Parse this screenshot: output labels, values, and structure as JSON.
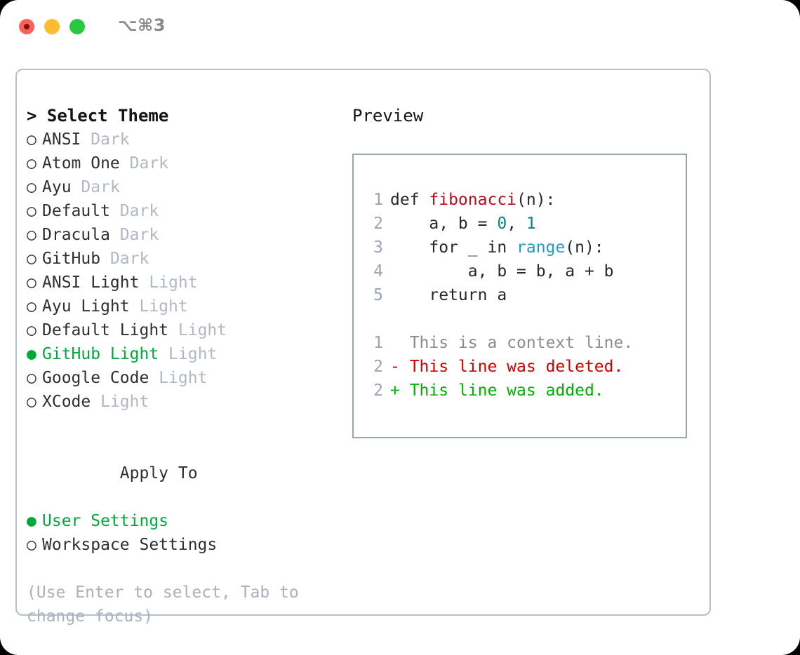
{
  "window": {
    "shortcut_label": "⌥⌘3",
    "traffic_lights": [
      {
        "name": "close",
        "color": "#ff6157"
      },
      {
        "name": "minimize",
        "color": "#febc2e"
      },
      {
        "name": "zoom",
        "color": "#28c840"
      }
    ]
  },
  "theme_picker": {
    "header": "> Select Theme",
    "items": [
      {
        "bullet": "○",
        "name": "ANSI",
        "variant": "Dark",
        "selected": false
      },
      {
        "bullet": "○",
        "name": "Atom One",
        "variant": "Dark",
        "selected": false
      },
      {
        "bullet": "○",
        "name": "Ayu",
        "variant": "Dark",
        "selected": false
      },
      {
        "bullet": "○",
        "name": "Default",
        "variant": "Dark",
        "selected": false
      },
      {
        "bullet": "○",
        "name": "Dracula",
        "variant": "Dark",
        "selected": false
      },
      {
        "bullet": "○",
        "name": "GitHub",
        "variant": "Dark",
        "selected": false
      },
      {
        "bullet": "○",
        "name": "ANSI Light",
        "variant": "Light",
        "selected": false
      },
      {
        "bullet": "○",
        "name": "Ayu Light",
        "variant": "Light",
        "selected": false
      },
      {
        "bullet": "○",
        "name": "Default Light",
        "variant": "Light",
        "selected": false
      },
      {
        "bullet": "●",
        "name": "GitHub Light",
        "variant": "Light",
        "selected": true
      },
      {
        "bullet": "○",
        "name": "Google Code",
        "variant": "Light",
        "selected": false
      },
      {
        "bullet": "○",
        "name": "XCode",
        "variant": "Light",
        "selected": false
      }
    ]
  },
  "apply_to": {
    "header": "Apply To",
    "options": [
      {
        "bullet": "●",
        "label": "User Settings",
        "selected": true
      },
      {
        "bullet": "○",
        "label": "Workspace Settings",
        "selected": false
      }
    ]
  },
  "hint": "(Use Enter to select, Tab to change focus)",
  "preview": {
    "title": "Preview",
    "code_lines": [
      {
        "lineno": "1",
        "tokens": [
          {
            "text": "def ",
            "type": "plain"
          },
          {
            "text": "fibonacci",
            "type": "func"
          },
          {
            "text": "(n):",
            "type": "plain"
          }
        ]
      },
      {
        "lineno": "2",
        "tokens": [
          {
            "text": "    a, b = ",
            "type": "plain"
          },
          {
            "text": "0",
            "type": "num"
          },
          {
            "text": ", ",
            "type": "plain"
          },
          {
            "text": "1",
            "type": "num"
          }
        ]
      },
      {
        "lineno": "3",
        "tokens": [
          {
            "text": "    for _ in ",
            "type": "plain"
          },
          {
            "text": "range",
            "type": "builtin"
          },
          {
            "text": "(n):",
            "type": "plain"
          }
        ]
      },
      {
        "lineno": "4",
        "tokens": [
          {
            "text": "        a, b = b, a + b",
            "type": "plain"
          }
        ]
      },
      {
        "lineno": "5",
        "tokens": [
          {
            "text": "    return a",
            "type": "plain"
          }
        ]
      }
    ],
    "diff_lines": [
      {
        "lineno": "1",
        "marker": "  ",
        "text": "This is a context line.",
        "kind": "context"
      },
      {
        "lineno": "2",
        "marker": "- ",
        "text": "This line was deleted.",
        "kind": "deleted"
      },
      {
        "lineno": "2",
        "marker": "+ ",
        "text": "This line was added.",
        "kind": "added"
      }
    ]
  },
  "colors": {
    "accent_green": "#00a83c",
    "diff_red": "#cc0000",
    "diff_green": "#00b000",
    "func_red": "#b3121b",
    "number_teal": "#0a8080",
    "builtin_blue": "#1b9ccc",
    "muted_gray": "#b0b8c4",
    "border": "#b7bfcb"
  }
}
